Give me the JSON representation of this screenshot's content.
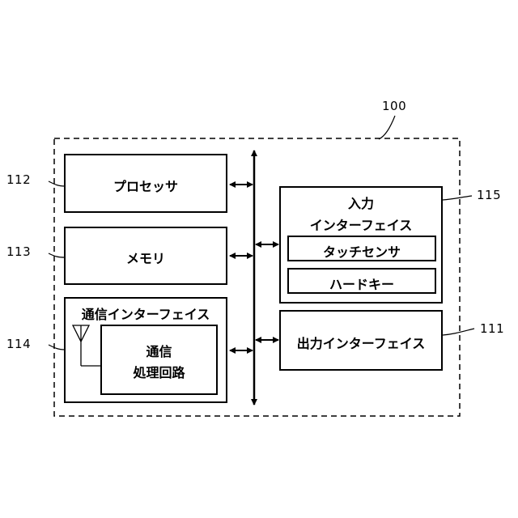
{
  "device": {
    "ref": "100"
  },
  "blocks": {
    "processor": {
      "ref": "112",
      "label": "プロセッサ"
    },
    "memory": {
      "ref": "113",
      "label": "メモリ"
    },
    "comm_interface": {
      "ref": "114",
      "label": "通信インターフェイス",
      "circuit_line1": "通信",
      "circuit_line2": "処理回路"
    },
    "input_interface": {
      "ref": "115",
      "label_line1": "入力",
      "label_line2": "インターフェイス",
      "touch_sensor": "タッチセンサ",
      "hard_key": "ハードキー"
    },
    "output_interface": {
      "ref": "111",
      "label": "出力インターフェイス"
    }
  }
}
